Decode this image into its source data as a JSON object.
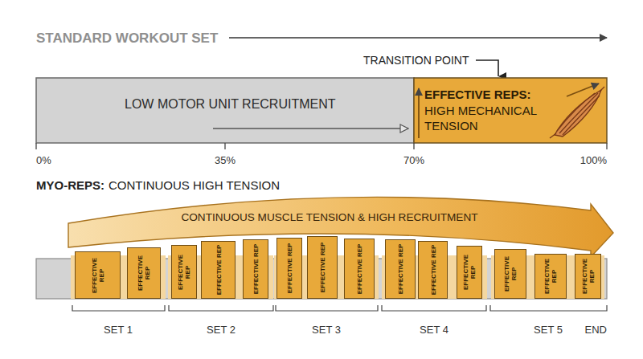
{
  "diagram": {
    "title": "STANDARD WORKOUT SET",
    "nodes": [
      {
        "text": [
          "LOW MOTOR UNIT RECRUITMENT"
        ]
      },
      {
        "text": [
          "EFFECTIVE REPS:",
          "HIGH MECHANICAL TENSION"
        ]
      },
      {
        "text": [
          "CONTINUOUS MUSCLE TENSION & HIGH RECRUITMENT"
        ]
      },
      {
        "text": [
          "EFFECTIVE REP"
        ]
      },
      {
        "text": [
          "EFFECTIVE REP"
        ]
      },
      {
        "text": [
          "EFFECTIVE REP"
        ]
      },
      {
        "text": [
          "EFFECTIVE REP"
        ]
      },
      {
        "text": [
          "EFFECTIVE REP"
        ]
      },
      {
        "text": [
          "EFFECTIVE REP"
        ]
      },
      {
        "text": [
          "EFFECTIVE REP"
        ]
      },
      {
        "text": [
          "EFFECTIVE REP"
        ]
      },
      {
        "text": [
          "EFFECTIVE REP"
        ]
      },
      {
        "text": [
          "EFFECTIVE REP"
        ]
      },
      {
        "text": [
          "EFFECTIVE REP"
        ]
      },
      {
        "text": [
          "EFFECTIVE REP"
        ]
      },
      {
        "text": [
          "EFFECTIVE REP"
        ]
      },
      {
        "text": [
          "EFFECTIVE REP"
        ]
      }
    ],
    "labels": [
      "TRANSITION POINT",
      "0%",
      "35%",
      "70%",
      "100%",
      "MYO-REPS:",
      "CONTINUOUS HIGH TENSION",
      "SET 1",
      "SET 2",
      "SET 3",
      "SET 4",
      "SET 5",
      "END"
    ]
  }
}
